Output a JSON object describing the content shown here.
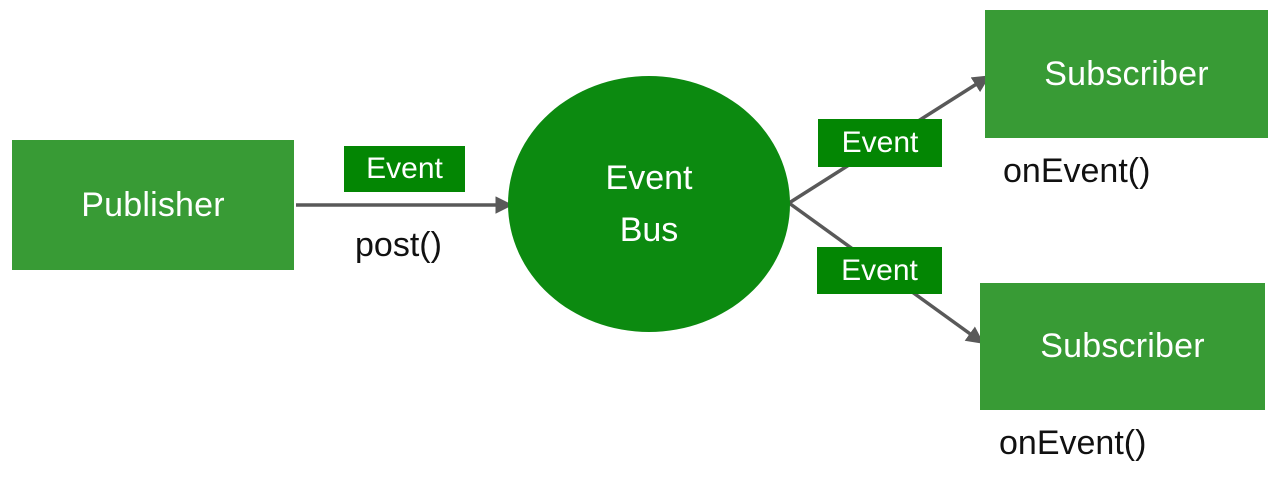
{
  "diagram": {
    "title": "Event Bus publish-subscribe diagram",
    "colors": {
      "node_green": "#389B35",
      "bus_green": "#0C8A10",
      "tag_green": "#038603",
      "edge_gray": "#595959",
      "node_text": "#FFFFFF",
      "label_text": "#111111",
      "background": "#FFFFFF"
    },
    "nodes": {
      "publisher": {
        "label": "Publisher",
        "shape": "rectangle"
      },
      "event_bus": {
        "label_line1": "Event",
        "label_line2": "Bus",
        "shape": "circle"
      },
      "subscriber_top": {
        "label": "Subscriber",
        "shape": "rectangle"
      },
      "subscriber_bottom": {
        "label": "Subscriber",
        "shape": "rectangle"
      }
    },
    "edge_tags": {
      "publisher_to_bus": "Event",
      "bus_to_subscriber_top": "Event",
      "bus_to_subscriber_bottom": "Event"
    },
    "method_labels": {
      "publish": "post()",
      "subscriber_top_handler": "onEvent()",
      "subscriber_bottom_handler": "onEvent()"
    }
  }
}
